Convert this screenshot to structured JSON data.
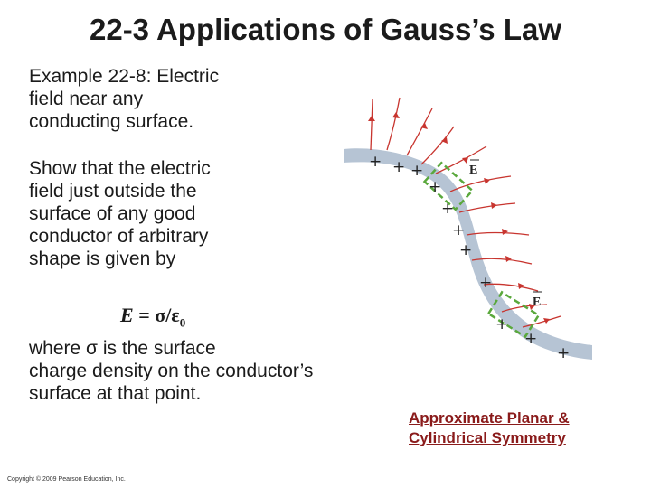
{
  "title": "22-3 Applications of Gauss’s Law",
  "intro_lines": [
    "Example 22-8: Electric",
    "field near any",
    "conducting surface."
  ],
  "task_lines": [
    "Show that the electric",
    "field just outside the",
    "surface of any good",
    "conductor of arbitrary",
    "shape is given by"
  ],
  "formula": {
    "lhs": "E",
    "eq": " = σ/ε",
    "sub": "0"
  },
  "conclusion_lines": [
    "where σ is the surface",
    "charge density on the conductor’s",
    "surface at that point."
  ],
  "figure": {
    "field_label": "E",
    "charge_symbol": "+",
    "colors": {
      "surface": "#b6c4d4",
      "field_line": "#c8352f",
      "gaussian_box": "#5aa83c"
    }
  },
  "caption_lines": [
    "Approximate Planar &",
    "Cylindrical Symmetry"
  ],
  "copyright": "Copyright © 2009 Pearson Education, Inc."
}
